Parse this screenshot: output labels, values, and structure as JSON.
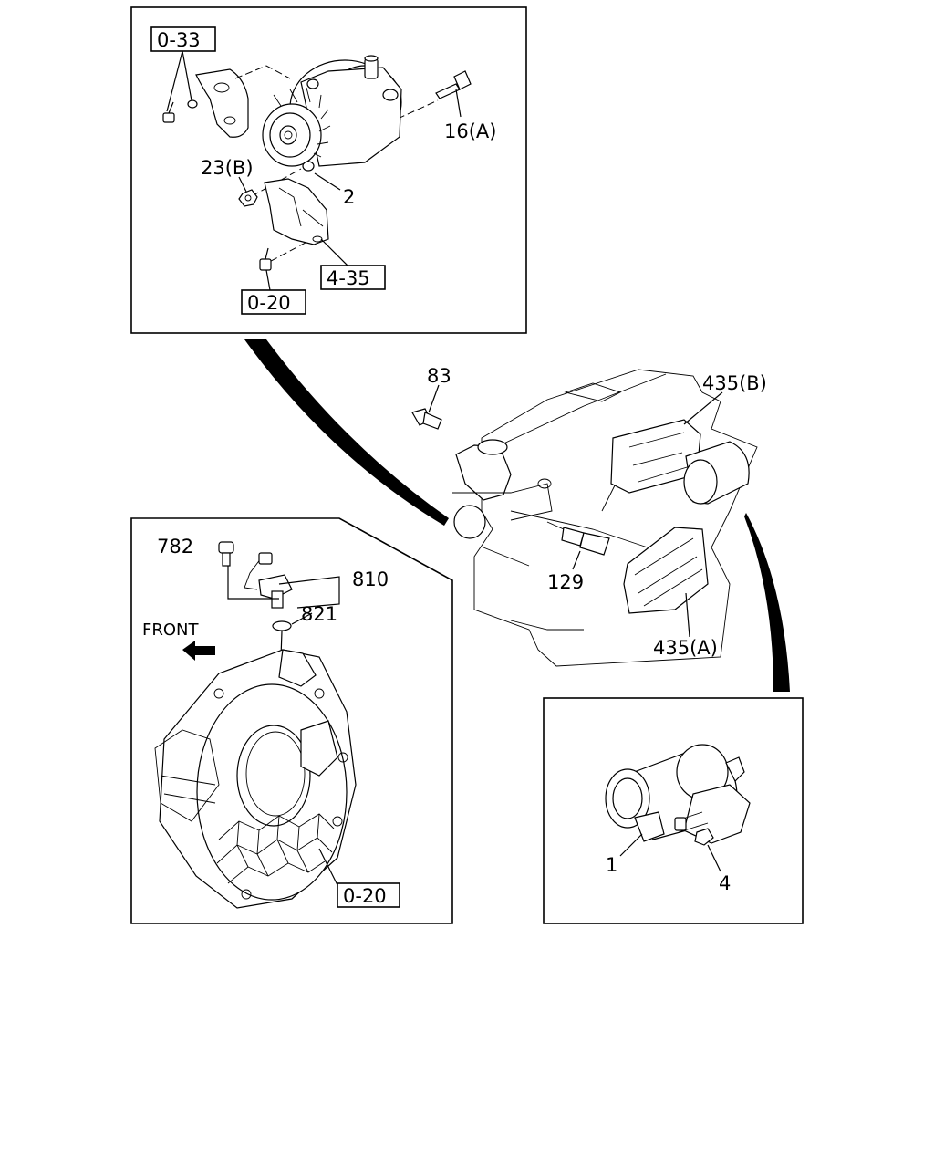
{
  "labels": {
    "ref_0_33": "0-33",
    "ref_4_35": "4-35",
    "ref_0_20_top": "0-20",
    "ref_0_20_bottom": "0-20",
    "part_16a": "16(A)",
    "part_23b": "23(B)",
    "part_2": "2",
    "part_83": "83",
    "part_435b": "435(B)",
    "part_129": "129",
    "part_435a": "435(A)",
    "part_782": "782",
    "part_810": "810",
    "part_821": "821",
    "front": "FRONT",
    "part_1": "1",
    "part_4": "4"
  }
}
